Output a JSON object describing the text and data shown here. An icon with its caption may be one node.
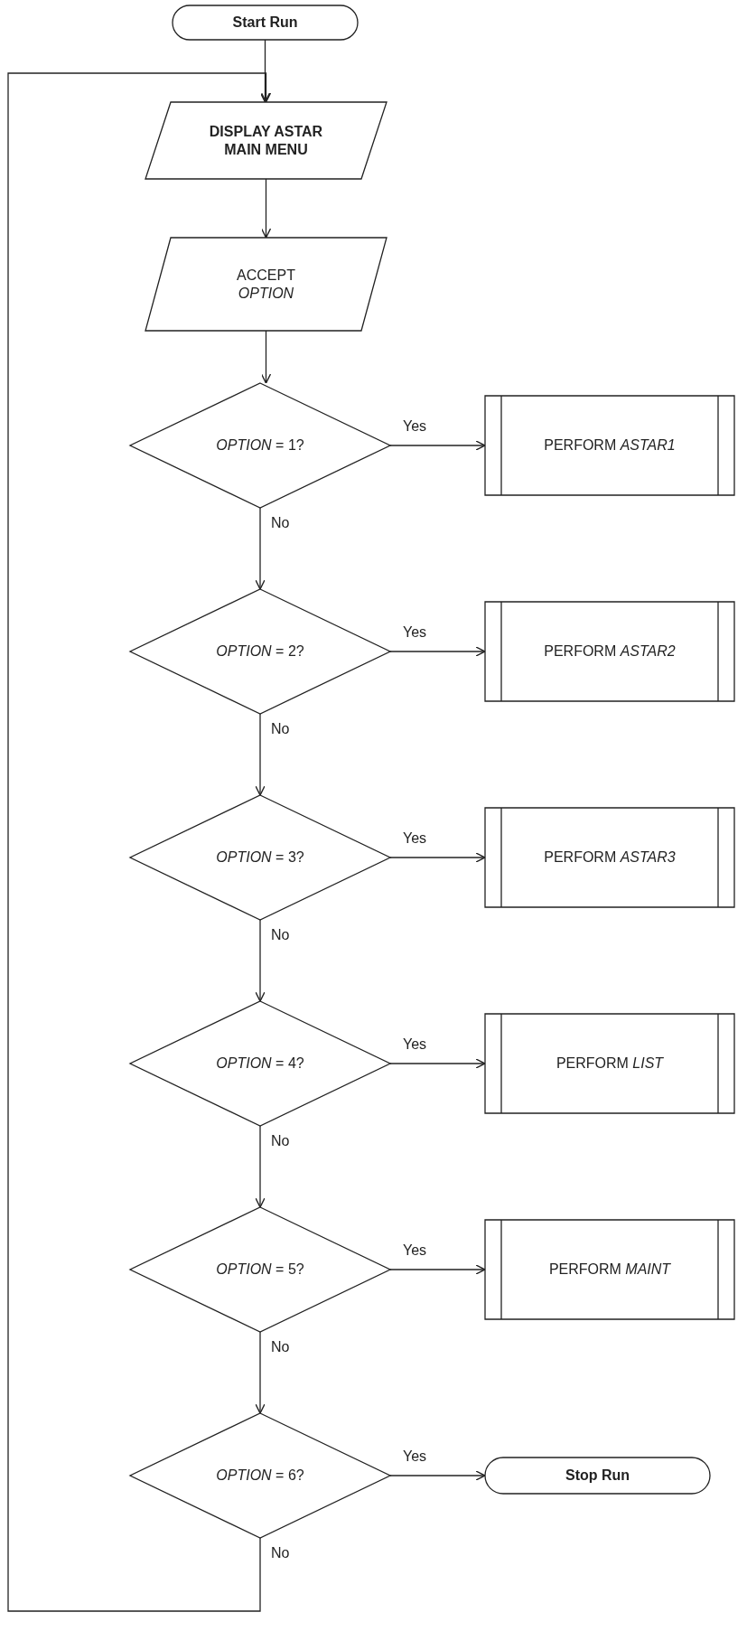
{
  "diagram": {
    "nodes": [
      {
        "text": [
          "Start Run"
        ]
      },
      {
        "text": [
          "DISPLAY ASTAR MAIN MENU"
        ]
      },
      {
        "text": [
          "ACCEPT *OPTION*"
        ]
      },
      {
        "text": [
          "*OPTION* = 1?"
        ]
      },
      {
        "text": [
          "PERFORM *ASTAR1*"
        ]
      },
      {
        "text": [
          "*OPTION* = 2?"
        ]
      },
      {
        "text": [
          "PERFORM *ASTAR2*"
        ]
      },
      {
        "text": [
          "*OPTION* = 3?"
        ]
      },
      {
        "text": [
          "PERFORM *ASTAR3*"
        ]
      },
      {
        "text": [
          "*OPTION* = 4?"
        ]
      },
      {
        "text": [
          "PERFORM *LIST*"
        ]
      },
      {
        "text": [
          "*OPTION* = 5?"
        ]
      },
      {
        "text": [
          "PERFORM *MAINT*"
        ]
      },
      {
        "text": [
          "*OPTION* = 6?"
        ]
      },
      {
        "text": [
          "Stop Run"
        ]
      }
    ],
    "edges": [
      {
        "from": 0,
        "to": 1,
        "arrow": "to"
      },
      {
        "from": 1,
        "to": 2,
        "arrow": "to"
      },
      {
        "from": 2,
        "to": 3,
        "arrow": "to"
      },
      {
        "from": 3,
        "to": 4,
        "label": "Yes",
        "arrow": "to"
      },
      {
        "from": 3,
        "to": 5,
        "label": "No",
        "arrow": "to"
      },
      {
        "from": 5,
        "to": 6,
        "label": "Yes",
        "arrow": "to"
      },
      {
        "from": 5,
        "to": 7,
        "label": "No",
        "arrow": "to"
      },
      {
        "from": 7,
        "to": 8,
        "label": "Yes",
        "arrow": "to"
      },
      {
        "from": 7,
        "to": 9,
        "label": "No",
        "arrow": "to"
      },
      {
        "from": 9,
        "to": 10,
        "label": "Yes",
        "arrow": "to"
      },
      {
        "from": 9,
        "to": 11,
        "label": "No",
        "arrow": "to"
      },
      {
        "from": 11,
        "to": 12,
        "label": "Yes",
        "arrow": "to"
      },
      {
        "from": 11,
        "to": 13,
        "label": "No",
        "arrow": "to"
      },
      {
        "from": 13,
        "to": 14,
        "label": "Yes",
        "arrow": "to"
      },
      {
        "from": 13,
        "to": 1,
        "label": "No",
        "arrow": "to"
      }
    ]
  }
}
